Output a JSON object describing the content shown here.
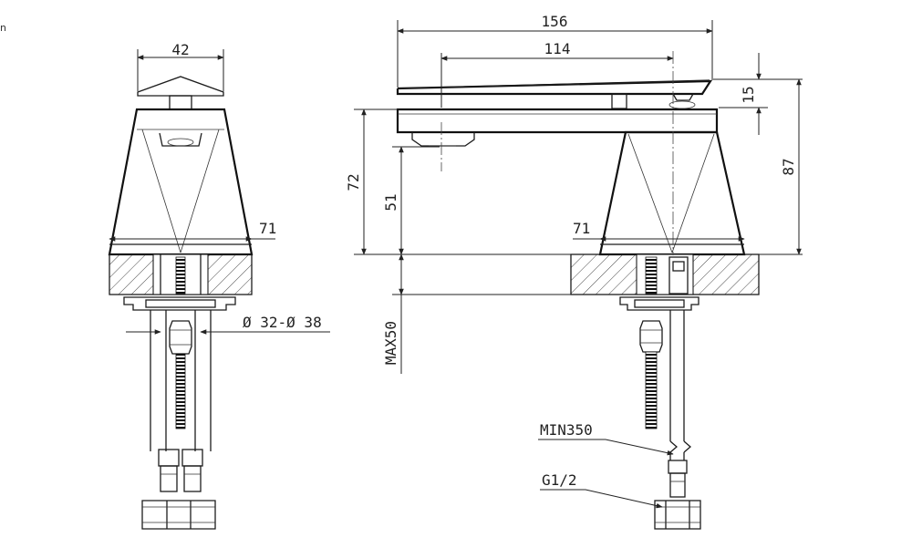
{
  "corner_mark": "n",
  "dimensions": {
    "handle_width": "42",
    "base_width_left": "71",
    "hole_diameter": "Ø 32-Ø 38",
    "overall_length": "156",
    "spout_reach": "114",
    "handle_height": "15",
    "overall_height": "87",
    "body_height": "72",
    "outlet_height": "51",
    "deck_thickness": "MAX50",
    "base_width_right": "71",
    "hose_length": "MIN350",
    "thread": "G1/2"
  }
}
